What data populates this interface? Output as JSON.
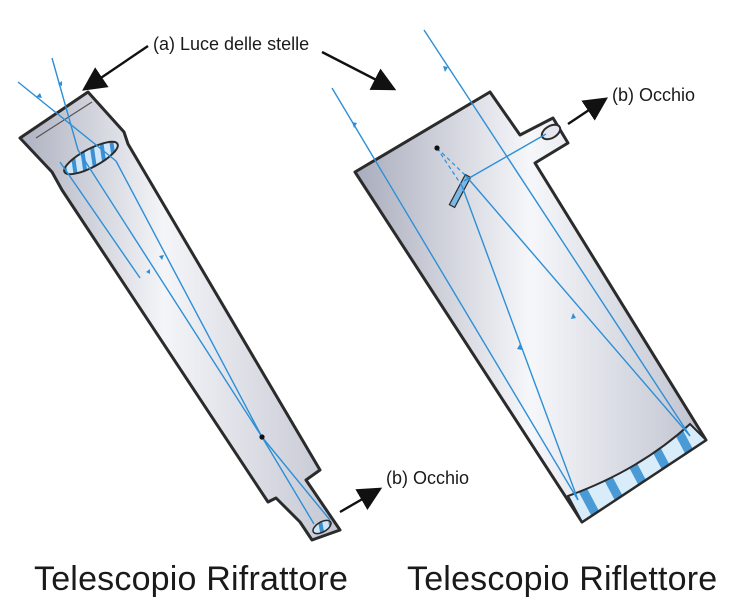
{
  "labels": {
    "starlight": "(a) Luce delle stelle",
    "eye_refractor": "(b) Occhio",
    "eye_reflector": "(b) Occhio"
  },
  "titles": {
    "refractor": "Telescopio Rifrattore",
    "reflector": "Telescopio Riflettore"
  },
  "colors": {
    "ray": "#2d8fd6",
    "tube_outline": "#2b2b2b",
    "tube_fill_light": "#ffffff",
    "tube_fill_dark": "#b9bcc9",
    "lens_blue": "#8fc8f0"
  },
  "icons": [
    "arrow-icon",
    "lens-icon",
    "mirror-icon",
    "focus-point-icon"
  ]
}
